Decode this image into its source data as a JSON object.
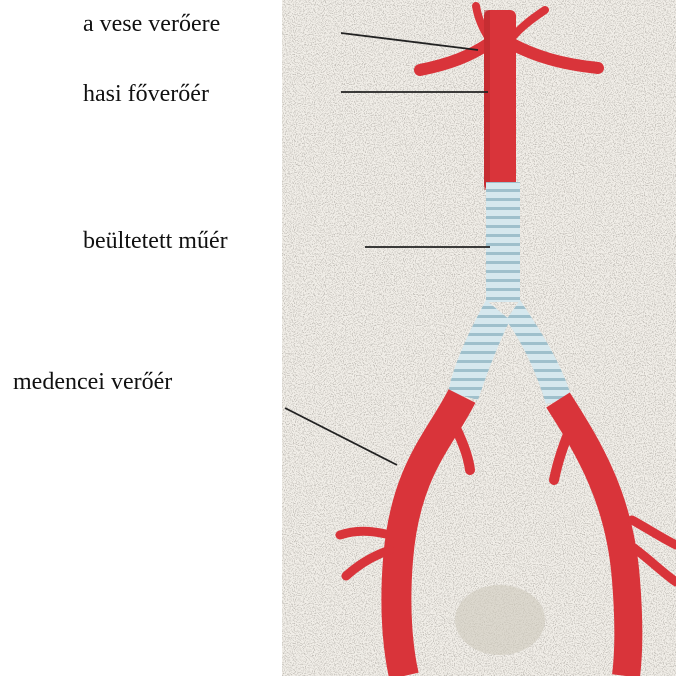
{
  "labels": {
    "renal_artery": "a vese verőere",
    "abdominal_aorta": "hasi főverőér",
    "implanted_graft": "beültetett műér",
    "iliac_artery": "medencei verőér"
  },
  "colors": {
    "artery": "#d9343a",
    "artery_dark": "#b42529",
    "graft": "#cfe3ea",
    "graft_ring": "#8fb4c2",
    "paper": "#eeeae2",
    "leader": "#222222"
  }
}
